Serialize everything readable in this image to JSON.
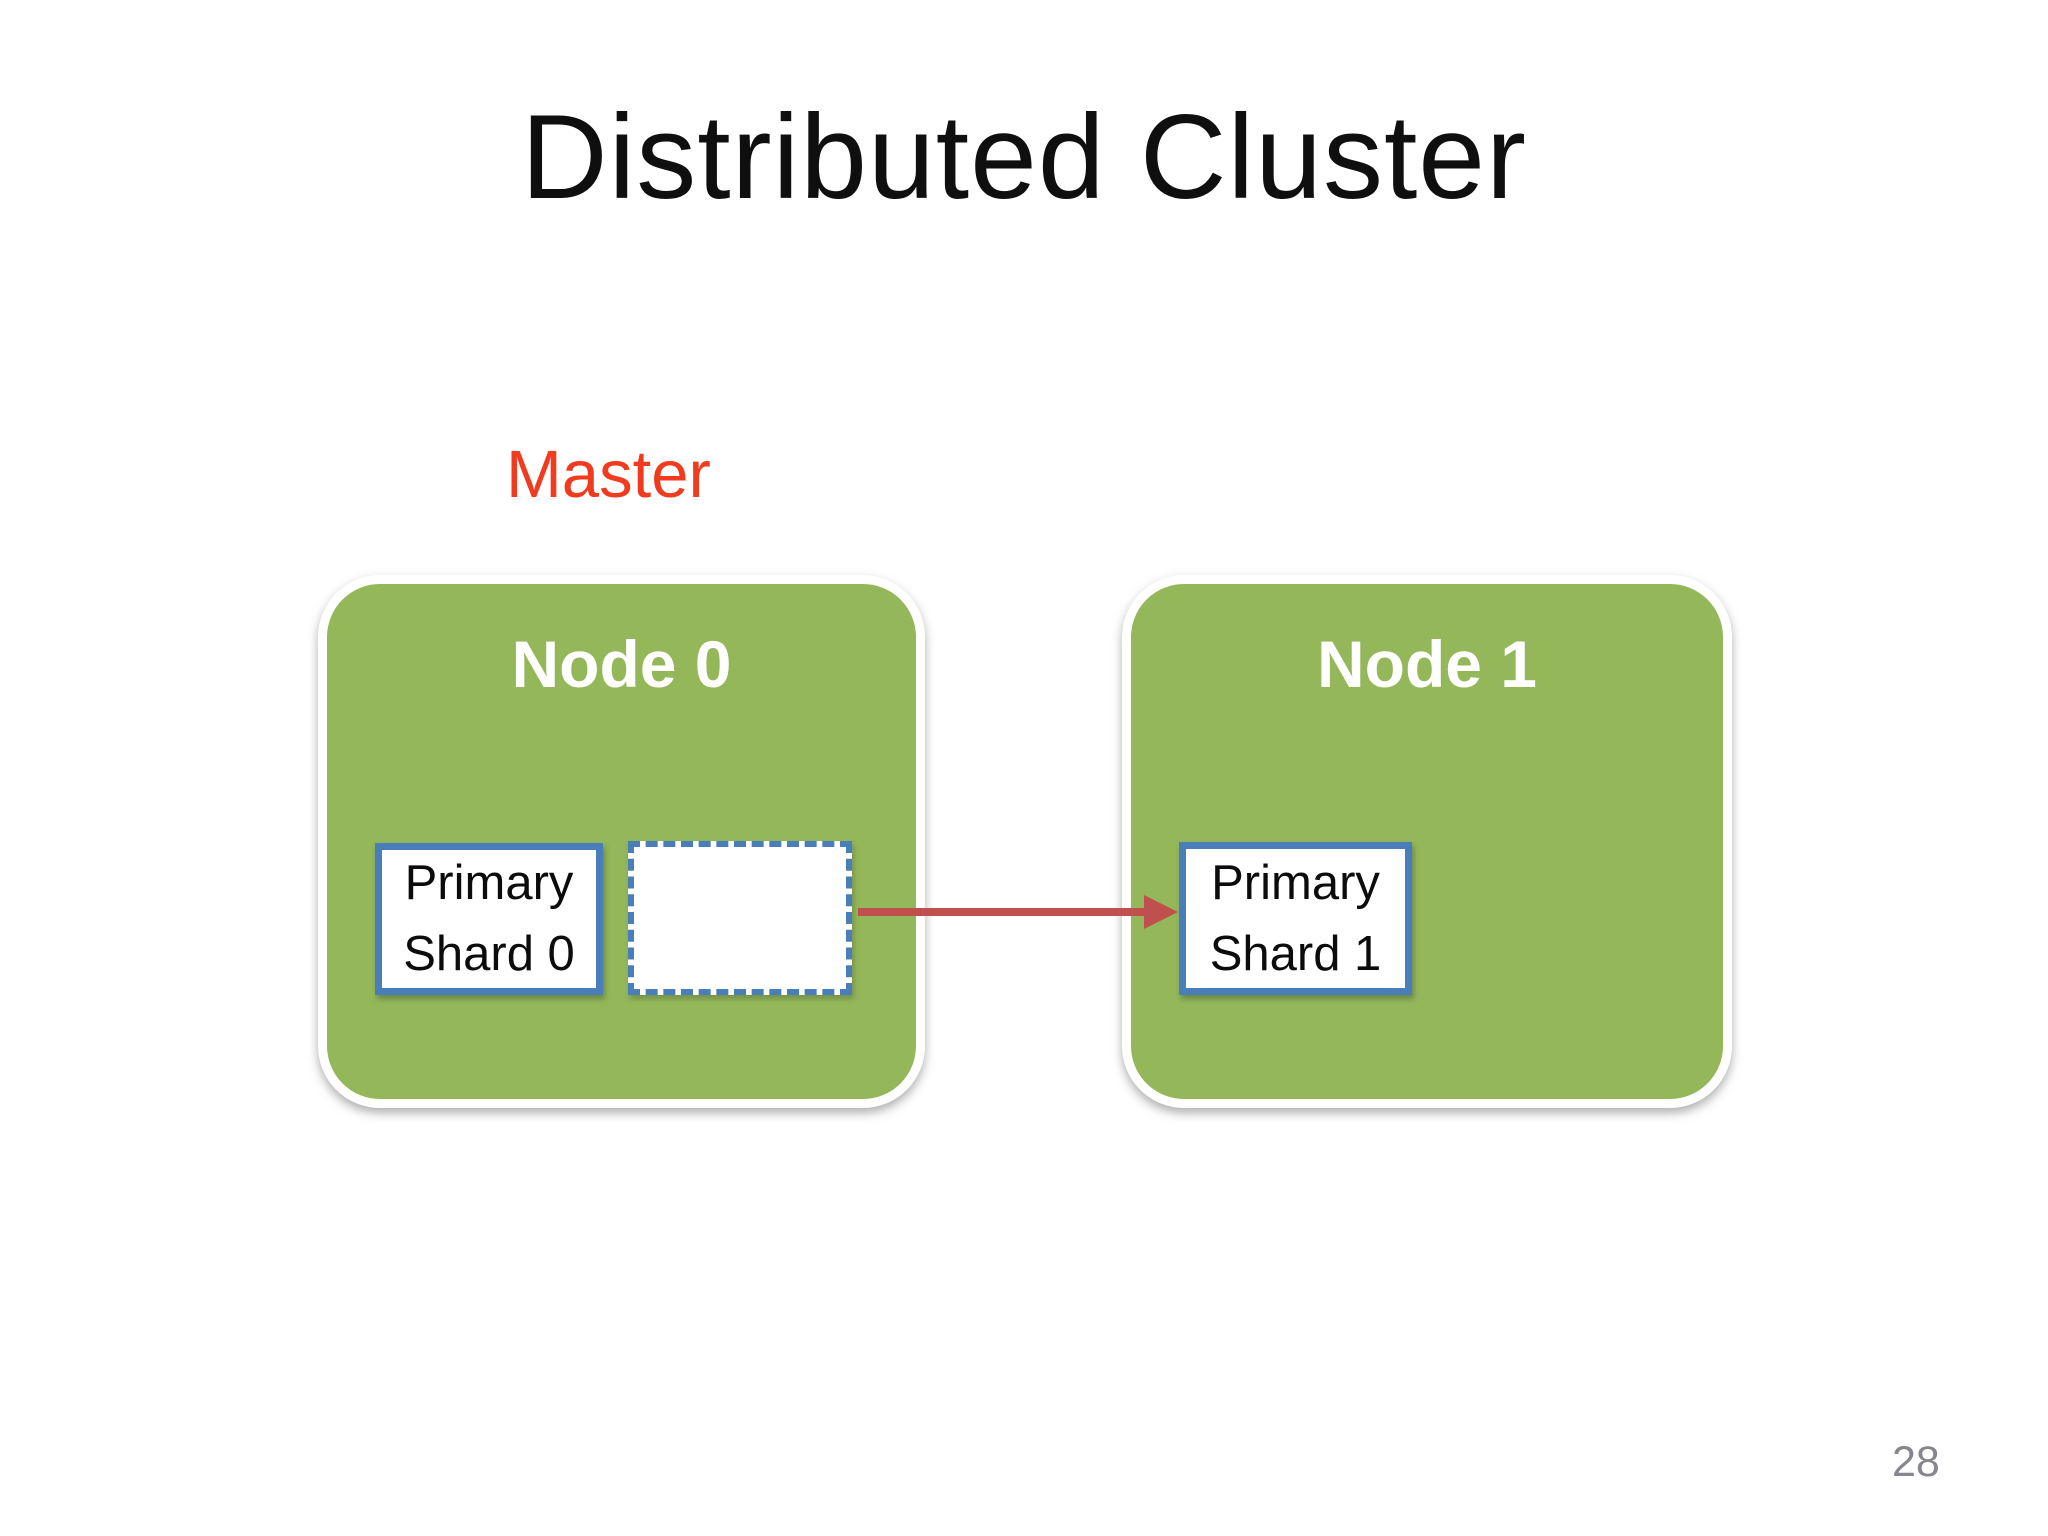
{
  "slide": {
    "title": "Distributed Cluster",
    "page_number": "28"
  },
  "annotations": {
    "master_label": "Master"
  },
  "cluster": {
    "nodes": [
      {
        "name": "Node 0",
        "primary_shard": "Primary\nShard 0",
        "empty_shard_slot": true
      },
      {
        "name": "Node 1",
        "primary_shard": "Primary\nShard 1",
        "empty_shard_slot": false
      }
    ]
  },
  "colors": {
    "slide_background": "#ffffff",
    "title_text": "#0f0f0f",
    "master_text": "#f03b1e",
    "node_fill": "#94b75a",
    "node_label_text": "#ffffff",
    "shard_border": "#4a7ebb",
    "arrow": "#c0504d",
    "page_number": "#86868c"
  }
}
